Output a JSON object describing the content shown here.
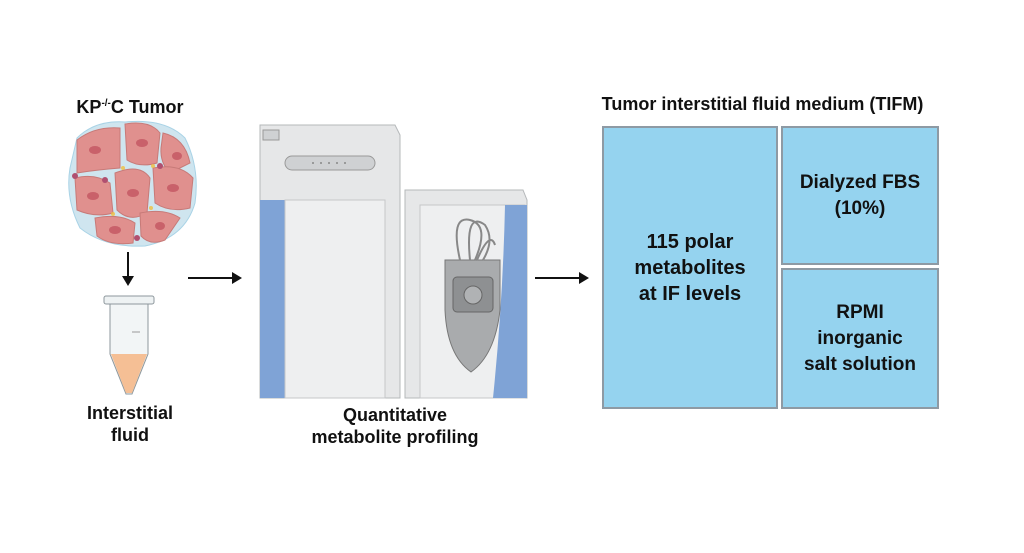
{
  "tumor": {
    "title_prefix": "KP",
    "title_superscript": "-/-",
    "title_suffix": "C Tumor"
  },
  "tube_label": [
    "Interstitial",
    "fluid"
  ],
  "instrument_label": [
    "Quantitative",
    "metabolite profiling"
  ],
  "tifm": {
    "title": "Tumor interstitial fluid medium (TIFM)",
    "boxes": [
      {
        "lines": [
          "115 polar",
          "metabolites",
          "at IF levels"
        ]
      },
      {
        "lines": [
          "Dialyzed FBS",
          "(10%)"
        ]
      },
      {
        "lines": [
          "RPMI",
          "inorganic",
          "salt solution"
        ]
      }
    ]
  },
  "colors": {
    "box_fill": "#95d3ef",
    "box_border": "#8e9aa4",
    "cell": "#e0908e",
    "instrument_blue": "#7fa3d6"
  }
}
